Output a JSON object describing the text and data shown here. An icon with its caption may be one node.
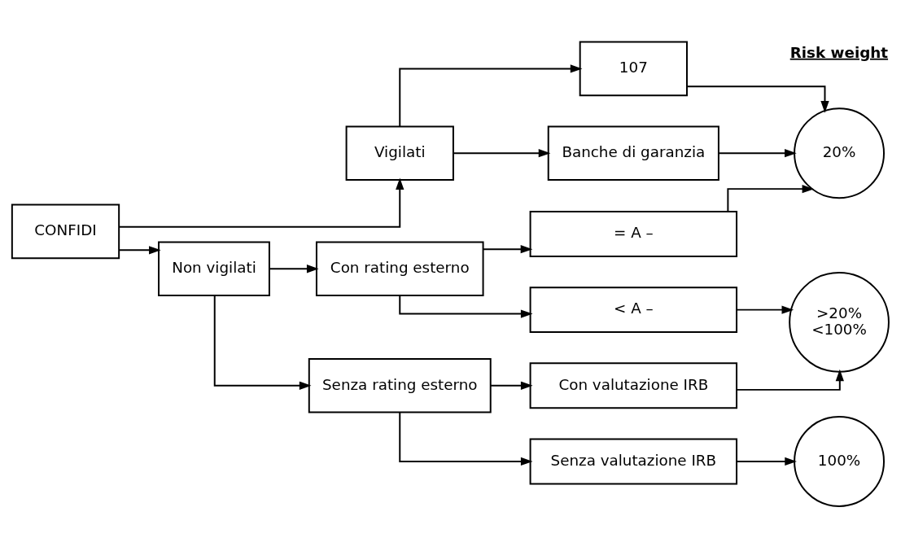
{
  "diagram": {
    "nodes": [
      {
        "text": [
          "CONFIDI"
        ]
      },
      {
        "text": [
          "Vigilati"
        ]
      },
      {
        "text": [
          "Non vigilati"
        ]
      },
      {
        "text": [
          "107"
        ]
      },
      {
        "text": [
          "Banche di garanzia"
        ]
      },
      {
        "text": [
          "Con rating esterno"
        ]
      },
      {
        "text": [
          "Senza rating esterno"
        ]
      },
      {
        "text": [
          "= A –"
        ]
      },
      {
        "text": [
          "< A –"
        ]
      },
      {
        "text": [
          "Con valutazione IRB"
        ]
      },
      {
        "text": [
          "Senza valutazione IRB"
        ]
      },
      {
        "text": [
          "20%"
        ]
      },
      {
        "text": [
          ">20%",
          "<100%"
        ]
      },
      {
        "text": [
          "100%"
        ]
      }
    ],
    "edges": [
      {
        "from": 0,
        "to": 1,
        "arrow": "to"
      },
      {
        "from": 0,
        "to": 2,
        "arrow": "to"
      },
      {
        "from": 1,
        "to": 3,
        "arrow": "to"
      },
      {
        "from": 1,
        "to": 4,
        "arrow": "to"
      },
      {
        "from": 2,
        "to": 5,
        "arrow": "to"
      },
      {
        "from": 2,
        "to": 6,
        "arrow": "to"
      },
      {
        "from": 5,
        "to": 7,
        "arrow": "to"
      },
      {
        "from": 5,
        "to": 8,
        "arrow": "to"
      },
      {
        "from": 6,
        "to": 9,
        "arrow": "to"
      },
      {
        "from": 6,
        "to": 10,
        "arrow": "to"
      },
      {
        "from": 3,
        "to": 11,
        "arrow": "to"
      },
      {
        "from": 4,
        "to": 11,
        "arrow": "to"
      },
      {
        "from": 7,
        "to": 11,
        "arrow": "to"
      },
      {
        "from": 8,
        "to": 12,
        "arrow": "to"
      },
      {
        "from": 9,
        "to": 12,
        "arrow": "to"
      },
      {
        "from": 10,
        "to": 13,
        "arrow": "to"
      }
    ],
    "labels": [
      "Risk weight"
    ]
  }
}
